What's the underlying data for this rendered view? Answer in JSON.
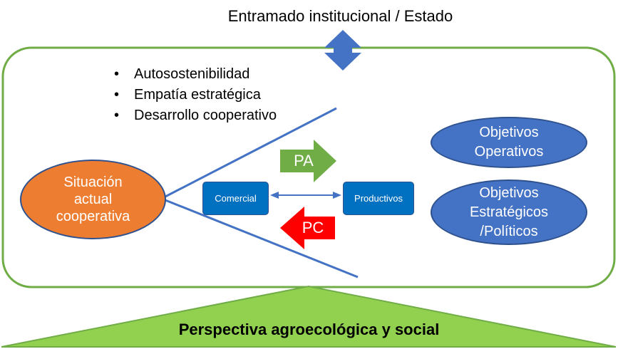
{
  "header": {
    "title": "Entramado institucional / Estado"
  },
  "bullets": [
    "Autosostenibilidad",
    "Empatía estratégica",
    "Desarrollo cooperativo"
  ],
  "situation": {
    "lines": [
      "Situación",
      "actual",
      "cooperativa"
    ]
  },
  "boxes": {
    "comercial": "Comercial",
    "productivos": "Productivos"
  },
  "arrows": {
    "pa": "PA",
    "pc": "PC"
  },
  "objectives": {
    "operativos": [
      "Objetivos",
      "Operativos"
    ],
    "estrategicos": [
      "Objetivos",
      "Estratégicos",
      "/Políticos"
    ]
  },
  "base": {
    "title": "Perspectiva agroecológica y social"
  },
  "colors": {
    "frame_green": "#70ad47",
    "base_green": "#92d050",
    "orange": "#ed7d31",
    "blue": "#4472c4",
    "box_blue": "#0070c0",
    "pa_green": "#70ad47",
    "pc_red": "#ff0000"
  }
}
